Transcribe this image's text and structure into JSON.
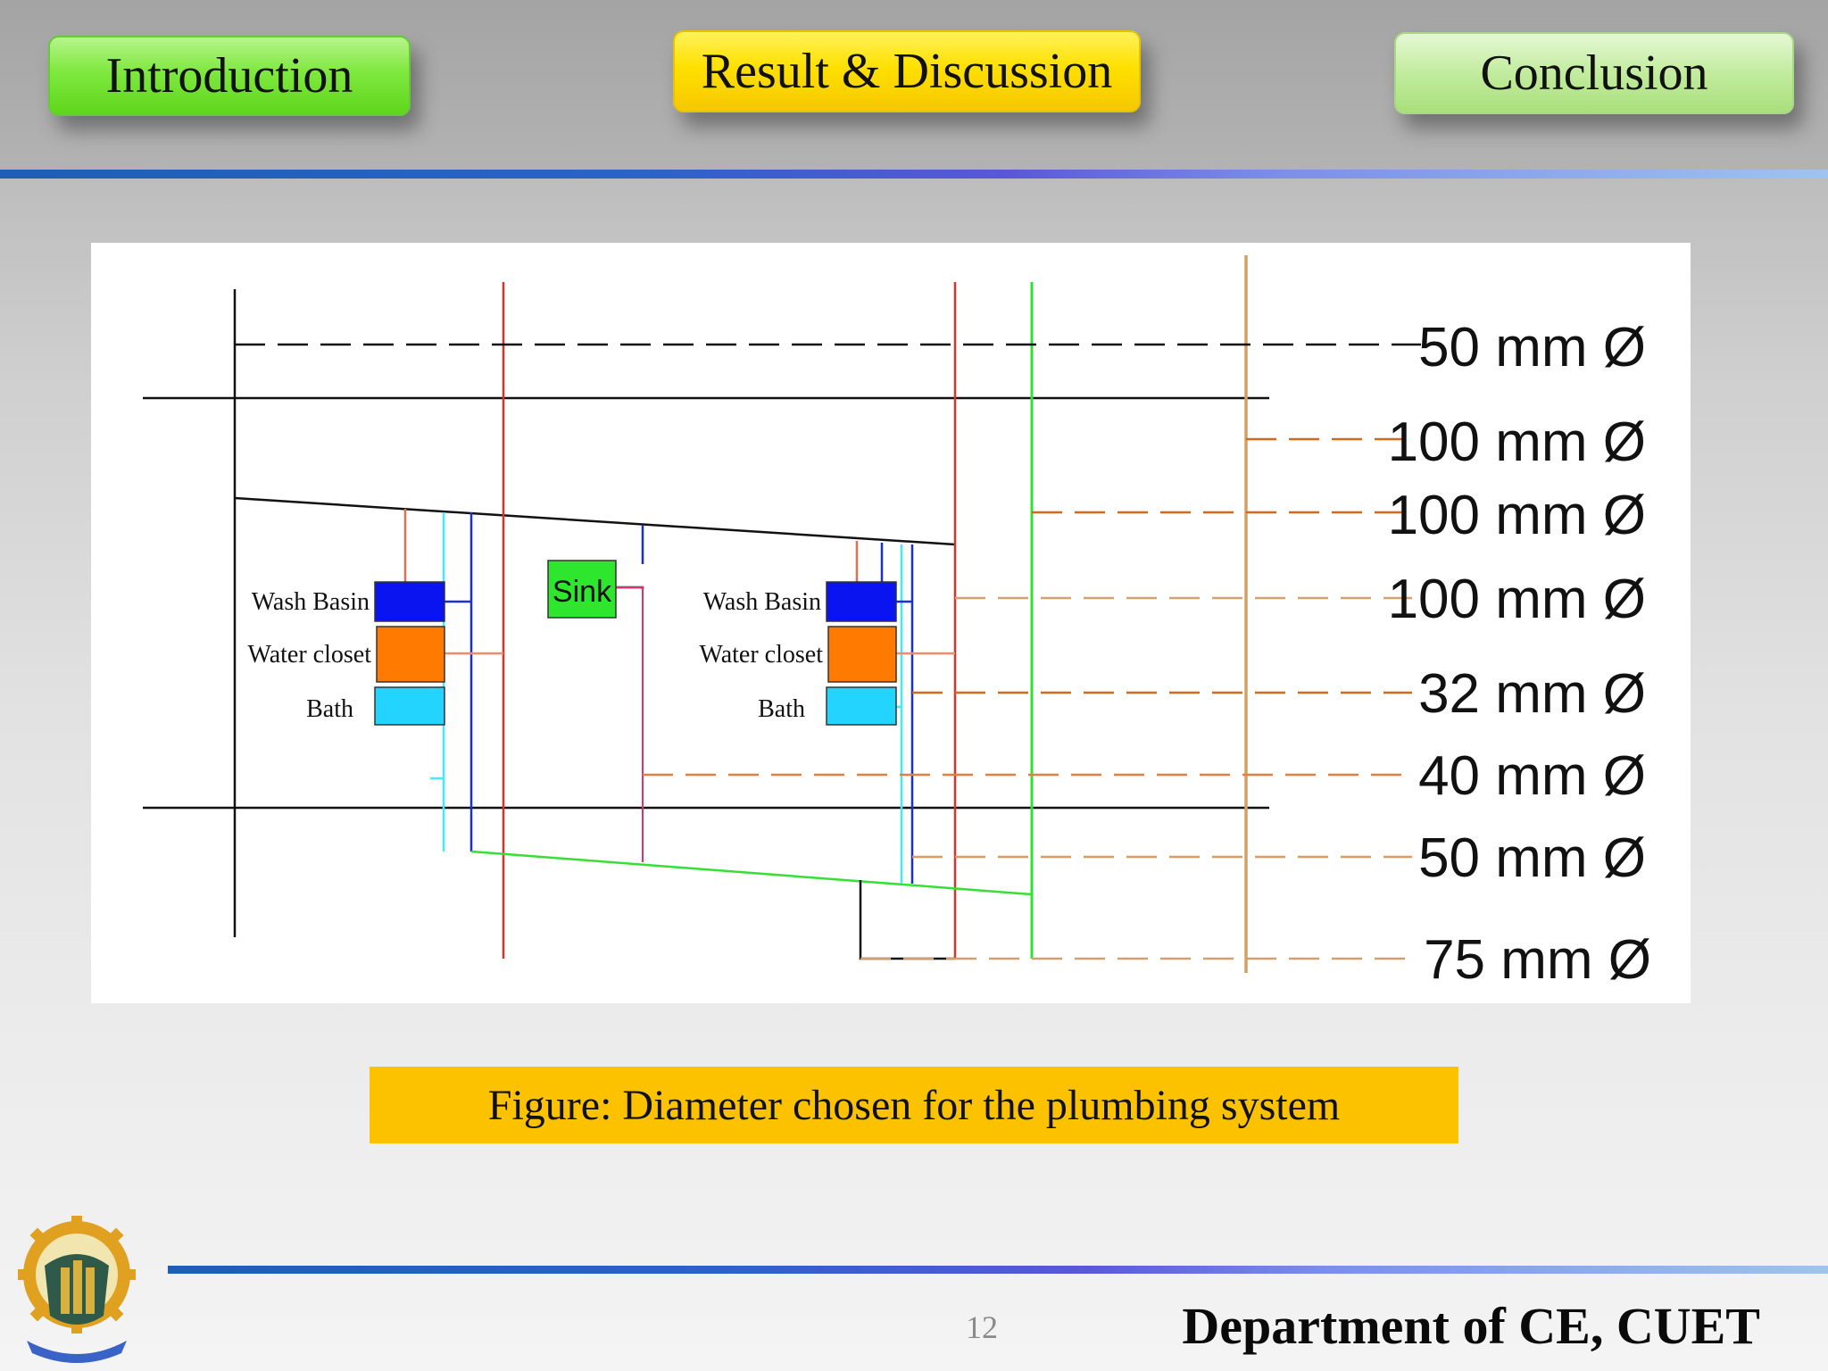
{
  "nav": {
    "introduction": "Introduction",
    "result_discussion": "Result & Discussion",
    "conclusion": "Conclusion"
  },
  "figure": {
    "fixtures_left": {
      "wash_basin": "Wash Basin",
      "water_closet": "Water closet",
      "bath": "Bath"
    },
    "fixtures_right": {
      "wash_basin": "Wash Basin",
      "water_closet": "Water closet",
      "bath": "Bath"
    },
    "sink": "Sink",
    "diameters": [
      "50 mm Ø",
      "100 mm Ø",
      "100 mm Ø",
      "100 mm Ø",
      "32 mm Ø",
      "40 mm Ø",
      "50 mm Ø",
      "75 mm Ø"
    ]
  },
  "caption": "Figure: Diameter chosen for the plumbing system",
  "footer": {
    "page_number": "12",
    "department": "Department of CE, CUET"
  },
  "colors": {
    "wash_basin": "#0a14f0",
    "water_closet": "#ff7a00",
    "bath": "#22d4ff",
    "sink": "#2ee62e",
    "caption_bg": "#fcc200",
    "nav_active": "#ffe000"
  }
}
